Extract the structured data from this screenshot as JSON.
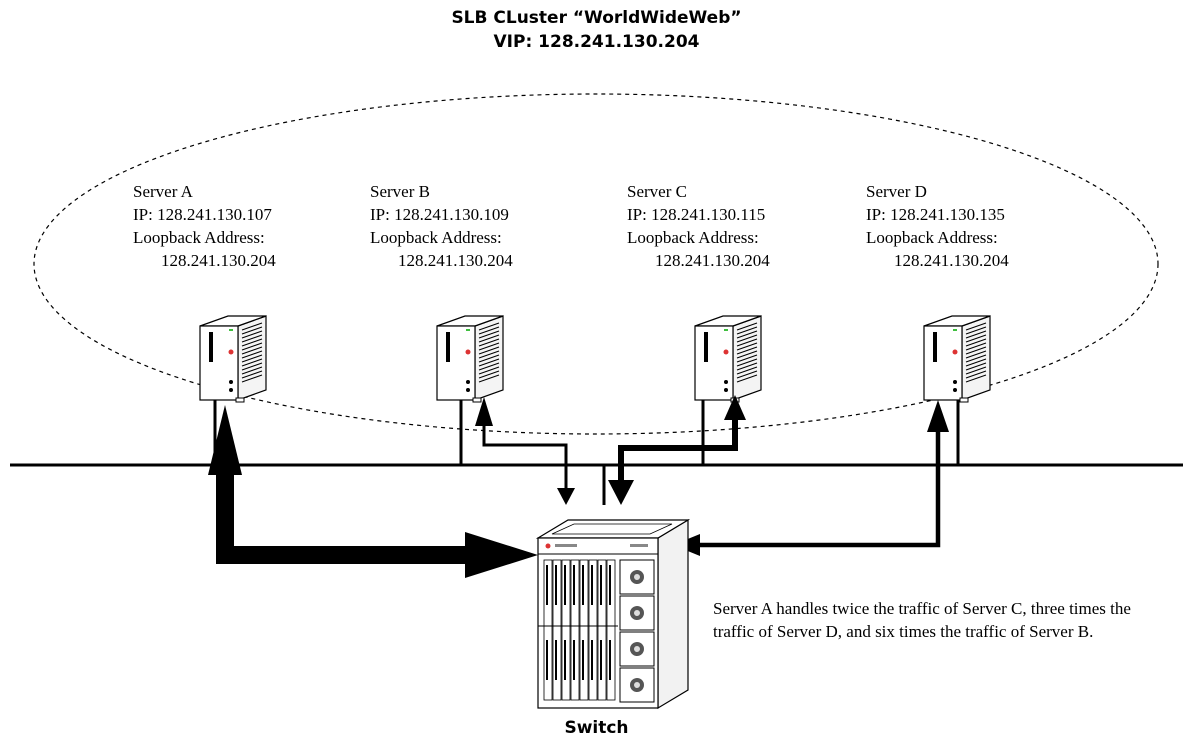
{
  "cluster": {
    "title": "SLB CLuster “WorldWideWeb”",
    "vip": "VIP: 128.241.130.204"
  },
  "servers": [
    {
      "name": "Server A",
      "ip": "IP: 128.241.130.107",
      "loopback_label": "Loopback Address:",
      "loopback": "128.241.130.204"
    },
    {
      "name": "Server B",
      "ip": "IP: 128.241.130.109",
      "loopback_label": "Loopback Address:",
      "loopback": "128.241.130.204"
    },
    {
      "name": "Server C",
      "ip": "IP: 128.241.130.115",
      "loopback_label": "Loopback Address:",
      "loopback": "128.241.130.204"
    },
    {
      "name": "Server D",
      "ip": "IP: 128.241.130.135",
      "loopback_label": "Loopback Address:",
      "loopback": "128.241.130.204"
    }
  ],
  "note": "Server A handles twice the traffic of Server C, three times the traffic of Server D, and six times the traffic of Server B.",
  "switch_label": "Switch"
}
